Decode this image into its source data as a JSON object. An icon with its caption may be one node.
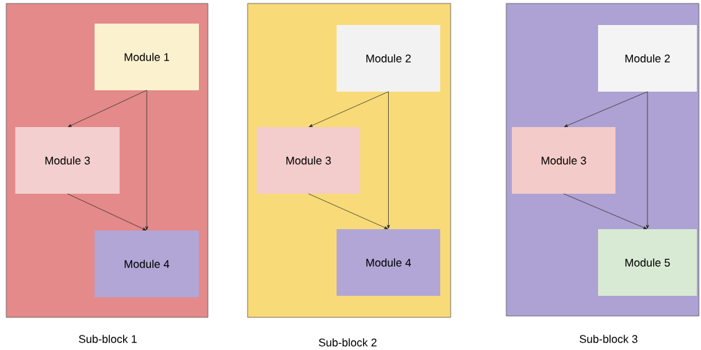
{
  "diagram": {
    "nodes": [
      {
        "text": [
          "Sub-block 1"
        ]
      },
      {
        "text": [
          "Module 1"
        ],
        "in": 0
      },
      {
        "text": [
          "Module 3"
        ],
        "in": 0
      },
      {
        "text": [
          "Module 4"
        ],
        "in": 0
      },
      {
        "text": [
          "Sub-block 2"
        ]
      },
      {
        "text": [
          "Module 2"
        ],
        "in": 4
      },
      {
        "text": [
          "Module 3"
        ],
        "in": 4
      },
      {
        "text": [
          "Module 4"
        ],
        "in": 4
      },
      {
        "text": [
          "Sub-block 3"
        ]
      },
      {
        "text": [
          "Module 2"
        ],
        "in": 8
      },
      {
        "text": [
          "Module 3"
        ],
        "in": 8
      },
      {
        "text": [
          "Module 5"
        ],
        "in": 8
      }
    ],
    "edges": [
      {
        "from": 1,
        "to": 2,
        "arrow": "to"
      },
      {
        "from": 1,
        "to": 3,
        "arrow": "to"
      },
      {
        "from": 2,
        "to": 3,
        "arrow": "to"
      },
      {
        "from": 5,
        "to": 6,
        "arrow": "to"
      },
      {
        "from": 5,
        "to": 7,
        "arrow": "to"
      },
      {
        "from": 6,
        "to": 7,
        "arrow": "to"
      },
      {
        "from": 9,
        "to": 10,
        "arrow": "to"
      },
      {
        "from": 9,
        "to": 11,
        "arrow": "to"
      },
      {
        "from": 10,
        "to": 11,
        "arrow": "to"
      }
    ]
  }
}
